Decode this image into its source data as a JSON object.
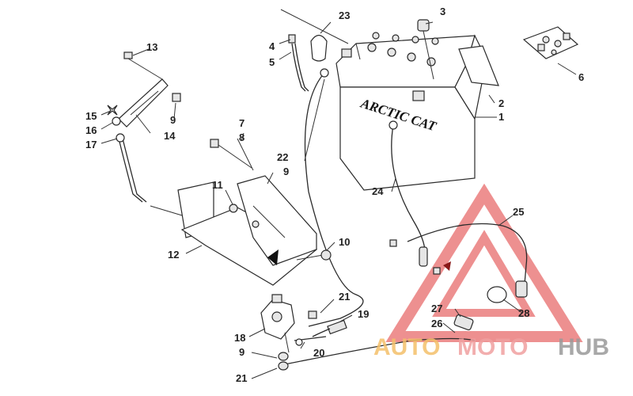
{
  "diagram": {
    "callouts": {
      "c1": "1",
      "c2": "2",
      "c3": "3",
      "c4": "4",
      "c5": "5",
      "c6": "6",
      "c7": "7",
      "c8": "8",
      "c9a": "9",
      "c9b": "9",
      "c9c": "9",
      "c10": "10",
      "c11": "11",
      "c12": "12",
      "c13": "13",
      "c14": "14",
      "c15": "15",
      "c16": "16",
      "c17": "17",
      "c18": "18",
      "c19": "19",
      "c20": "20",
      "c21a": "21",
      "c21b": "21",
      "c22": "22",
      "c23": "23",
      "c24": "24",
      "c25": "25",
      "c26": "26",
      "c27": "27",
      "c28": "28"
    },
    "battery_brand": "ARCTIC CAT"
  },
  "watermark": {
    "auto": "AUTO",
    "moto": "MOTO",
    "hub": "HUB",
    "colors": {
      "auto": "#f4c06a",
      "moto": "#f0a0a0",
      "hub": "#9a9a9a",
      "triangle": "#e86b6b"
    }
  }
}
